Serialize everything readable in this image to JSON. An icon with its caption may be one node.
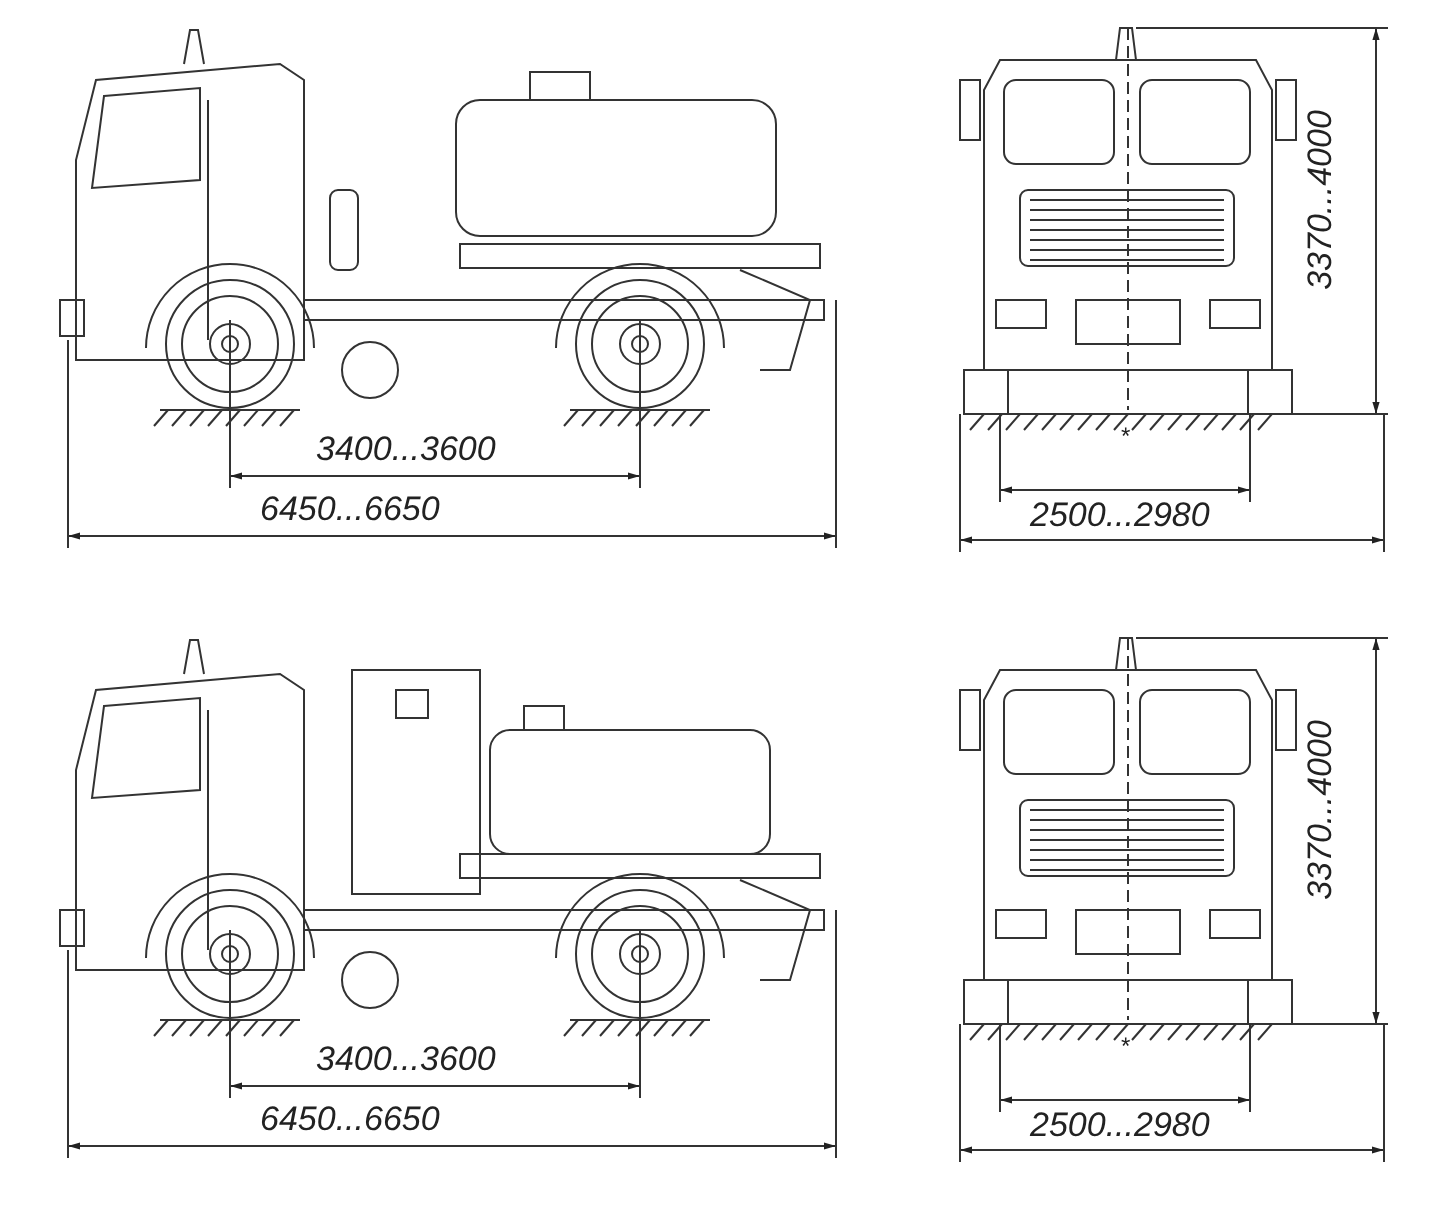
{
  "diagram": {
    "labels": [
      "3400...3600",
      "6450...6650",
      "3370...4000",
      "*",
      "2500...2980",
      "3400...3600",
      "6450...6650",
      "3370...4000",
      "*",
      "2500...2980"
    ]
  }
}
